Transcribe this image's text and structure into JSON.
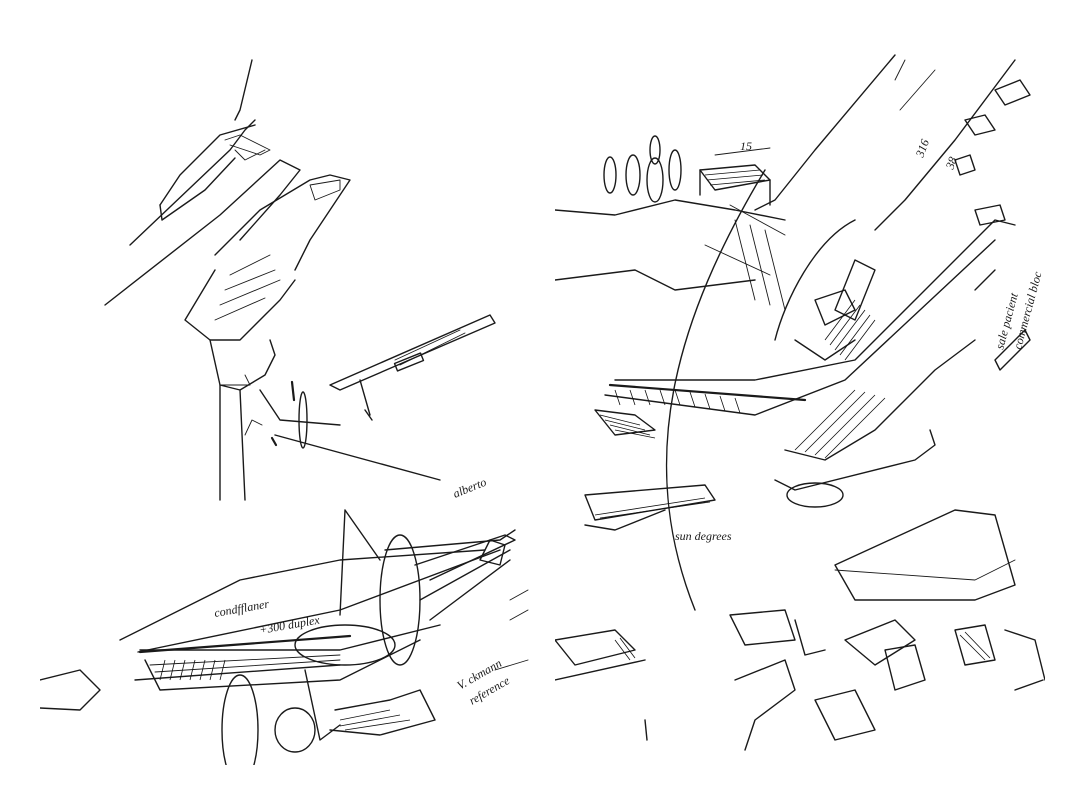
{
  "left_sketch": {
    "annotations": {
      "alberto": "alberto",
      "condfflaner": "condfflaner",
      "duplex": "+300 duplex",
      "v_ckmann": "V. ckmann",
      "reference": "reference"
    }
  },
  "right_sketch": {
    "annotations": {
      "dim_15": "15",
      "dim_316": "316",
      "dim_38": "38",
      "sun_degrees": "sun degrees",
      "right_margin_1": "sale pacient",
      "right_margin_2": "commercial bloc"
    }
  }
}
